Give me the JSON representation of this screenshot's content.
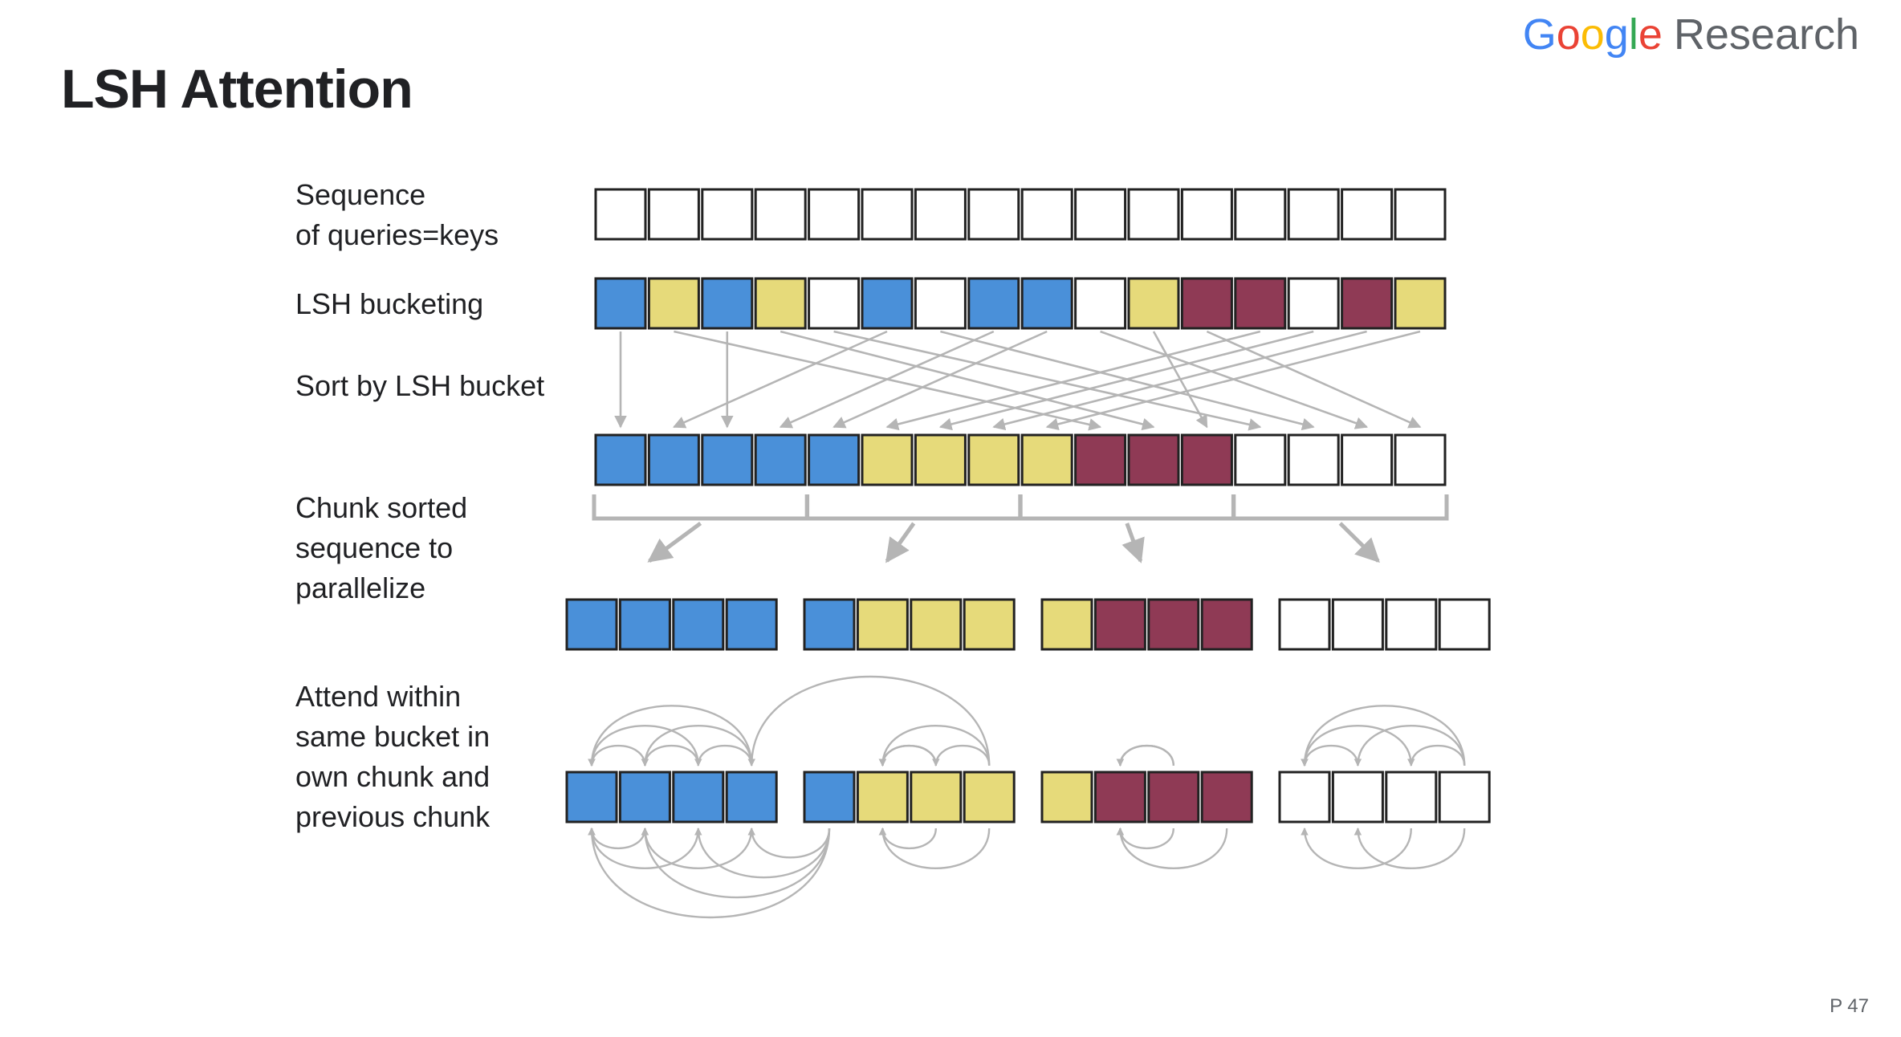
{
  "title": "LSH Attention",
  "logo": {
    "google": "Google",
    "research": "Research"
  },
  "page_number": "P 47",
  "colors": {
    "blue": "#4a90d9",
    "yellow": "#e6da7a",
    "maroon": "#8f3a55",
    "white": "#ffffff",
    "border": "#222222",
    "arrow": "#b5b5b5"
  },
  "labels": {
    "sequence": "Sequence\nof queries=keys",
    "bucketing": "LSH bucketing",
    "sort": "Sort by LSH bucket",
    "chunk": "Chunk sorted\nsequence to\nparallelize",
    "attend": "Attend within\nsame bucket in\nown chunk and\nprevious chunk"
  },
  "rows": {
    "sequence": [
      "W",
      "W",
      "W",
      "W",
      "W",
      "W",
      "W",
      "W",
      "W",
      "W",
      "W",
      "W",
      "W",
      "W",
      "W",
      "W"
    ],
    "bucketing": [
      "B",
      "Y",
      "B",
      "Y",
      "W",
      "B",
      "W",
      "B",
      "B",
      "W",
      "Y",
      "M",
      "M",
      "W",
      "M",
      "Y"
    ],
    "sorted": [
      "B",
      "B",
      "B",
      "B",
      "B",
      "Y",
      "Y",
      "Y",
      "Y",
      "M",
      "M",
      "M",
      "W",
      "W",
      "W",
      "W"
    ],
    "chunks": [
      [
        "B",
        "B",
        "B",
        "B"
      ],
      [
        "B",
        "Y",
        "Y",
        "Y"
      ],
      [
        "Y",
        "M",
        "M",
        "M"
      ],
      [
        "W",
        "W",
        "W",
        "W"
      ]
    ]
  },
  "sort_permutation": [
    0,
    5,
    2,
    7,
    8,
    12,
    13,
    14,
    15,
    1,
    3,
    10,
    4,
    6,
    9,
    11
  ]
}
